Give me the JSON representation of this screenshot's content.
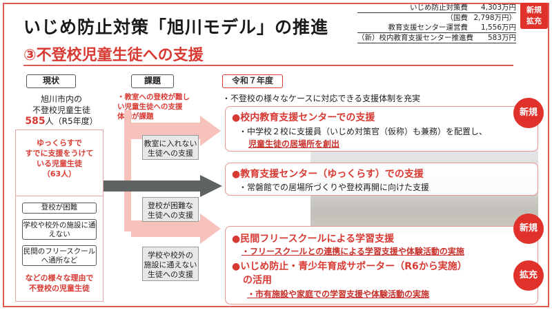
{
  "header": {
    "title": "いじめ防止対策「旭川モデル」の推進",
    "corner_badge": [
      "新規",
      "拡充"
    ]
  },
  "budget": [
    {
      "label": "いじめ防止対策費",
      "value": "4,303万円"
    },
    {
      "label": "（国費",
      "value": "2,798万円）"
    },
    {
      "label": "教育支援センター運営費",
      "value": "1,556万円"
    },
    {
      "label": "（新）校内教育支援センター推進費",
      "value": "583万円"
    }
  ],
  "section": {
    "title": "③不登校児童生徒への支援"
  },
  "columns": {
    "current": "現状",
    "issue": "課題",
    "year": "令和７年度"
  },
  "current": {
    "line1": "旭川市内の",
    "line2": "不登校児童生徒",
    "count": "585",
    "count_suffix": "人（R5年度）",
    "yukkurasu": [
      "ゆっくらすで",
      "すでに支援をうけて",
      "いる児童生徒",
      "（63人）"
    ],
    "categories": [
      "登校が困難",
      "学校や校外の施設に通えない",
      "民間のフリースクールへ通所など"
    ],
    "other": [
      "などの様々な理由で",
      "不登校の児童生徒"
    ]
  },
  "issues": {
    "main": [
      "・教室への登校が難し",
      "い児童生徒への支援",
      "体制が課題"
    ],
    "box1": [
      "教室に入れない",
      "生徒への支援"
    ],
    "box2": [
      "登校が困難な",
      "生徒への支援"
    ],
    "box3": [
      "学校や校外の",
      "施設に通えない",
      "生徒への支援"
    ]
  },
  "plan": {
    "intro": "・不登校の様々なケースに対応できる支援体制を充実",
    "p1": {
      "heading": "●校内教育支援センターでの支援",
      "line1": "・中学校２校に支援員（いじめ対策官（仮称）も兼務）を配置し、",
      "line2": "児童生徒の居場所を創出",
      "badge": "新規"
    },
    "p2": {
      "heading": "●教育支援センター（ゆっくらす）での支援",
      "line1": "・常磐館での居場所づくりや登校再開に向けた支援"
    },
    "p3": {
      "heading1": "●民間フリースクールによる学習支援",
      "line1": "・フリースクールとの連携による学習支援や体験活動の実施",
      "badge1": "新規",
      "heading2a": "●いじめ防止・青少年育成サポーター（R6から実施）",
      "heading2b": "の活用",
      "line2": "・市有施設や家庭での学習支援や体験活動の実施",
      "badge2": "拡充"
    }
  }
}
